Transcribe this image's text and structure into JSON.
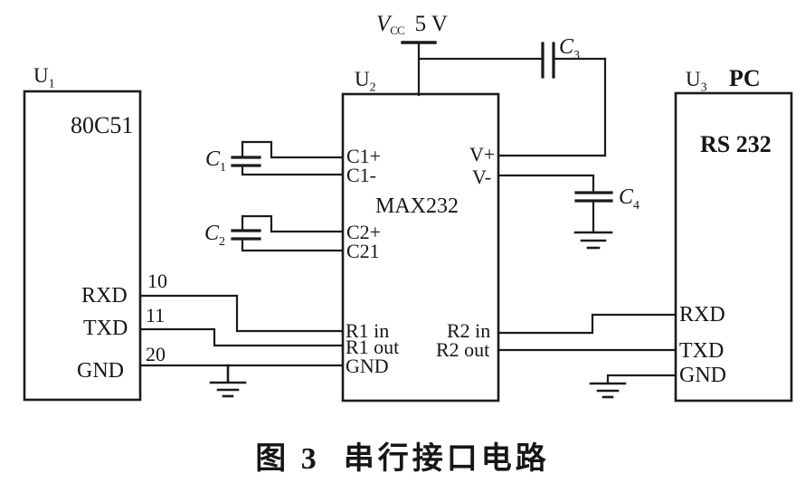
{
  "colors": {
    "ink": "#1b1b1b",
    "background": "#ffffff"
  },
  "caption": {
    "prefix": "图 3",
    "title": "串行接口电路"
  },
  "power": {
    "v": "V",
    "sub": "CC",
    "voltage": "5 V"
  },
  "u1": {
    "ref": "U",
    "ref_sub": "1",
    "chip": "80C51",
    "pins": {
      "rxd": "RXD",
      "txd": "TXD",
      "gnd": "GND"
    }
  },
  "u2": {
    "ref": "U",
    "ref_sub": "2",
    "chip": "MAX232",
    "pins": {
      "c1p": "C1+",
      "c1m": "C1-",
      "c2p": "C2+",
      "c21": "C21",
      "r1in": "R1 in",
      "r1out": "R1 out",
      "gnd": "GND",
      "vp": "V+",
      "vm": "V-",
      "r2in": "R2 in",
      "r2out": "R2 out"
    }
  },
  "u3": {
    "ref": "U",
    "ref_sub": "3",
    "label": "PC",
    "chip": "RS 232",
    "pins": {
      "rxd": "RXD",
      "txd": "TXD",
      "gnd": "GND"
    }
  },
  "capacitors": {
    "c1": {
      "base": "C",
      "sub": "1"
    },
    "c2": {
      "base": "C",
      "sub": "2"
    },
    "c3": {
      "base": "C",
      "sub": "3"
    },
    "c4": {
      "base": "C",
      "sub": "4"
    }
  },
  "wire_numbers": {
    "rxd": "10",
    "txd": "11",
    "gnd": "20"
  }
}
